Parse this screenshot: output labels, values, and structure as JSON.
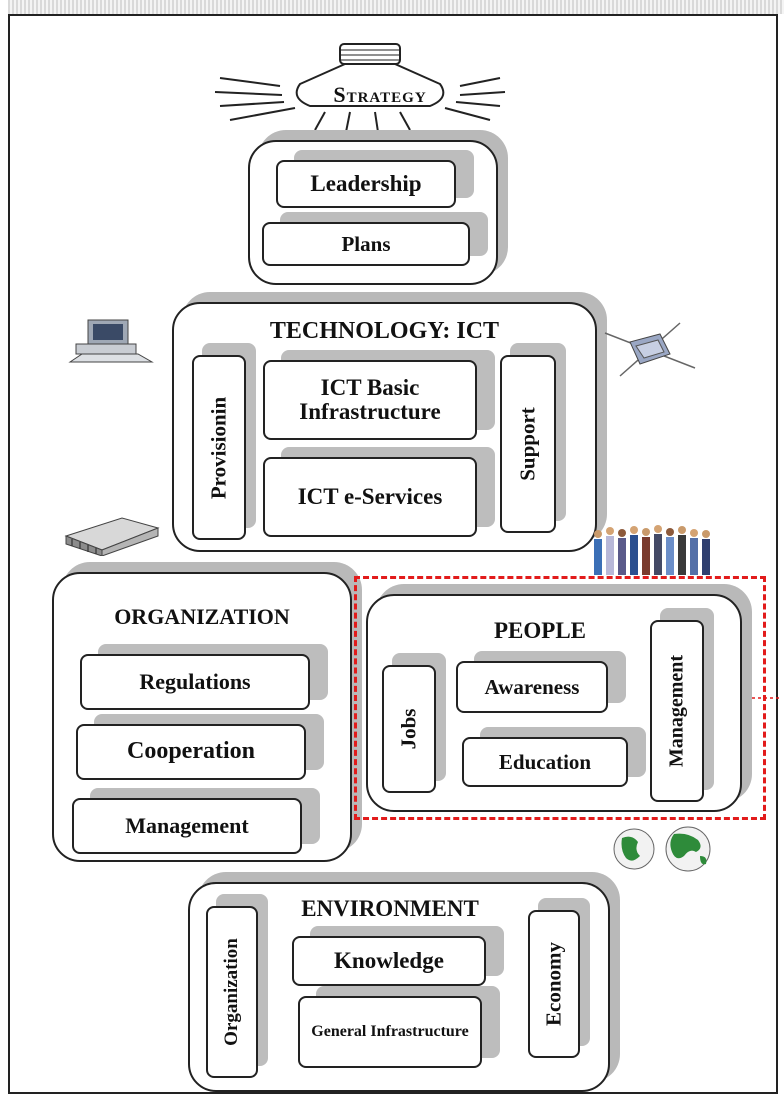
{
  "strategy": {
    "label": "Strategy"
  },
  "top_block": {
    "leadership": "Leadership",
    "plans": "Plans"
  },
  "technology": {
    "title": "TECHNOLOGY: ICT",
    "provisioning": "Provisionin",
    "basic_infra": "ICT Basic Infrastructure",
    "eservices": "ICT e-Services",
    "support": "Support"
  },
  "organization": {
    "title": "ORGANIZATION",
    "regulations": "Regulations",
    "cooperation": "Cooperation",
    "management": "Management"
  },
  "people": {
    "title": "PEOPLE",
    "jobs": "Jobs",
    "awareness": "Awareness",
    "education": "Education",
    "management": "Management"
  },
  "environment": {
    "title": "ENVIRONMENT",
    "organization": "Organization",
    "knowledge": "Knowledge",
    "general_infra": "General Infrastructure",
    "economy": "Economy"
  },
  "colors": {
    "highlight": "#e21b1b",
    "shadow": "#bdbdbd",
    "globe_land": "#2e8b3a"
  },
  "icons": [
    "lamp-icon",
    "computer-icon",
    "satellite-icon",
    "building-icon",
    "people-group-icon",
    "globe-icon"
  ]
}
